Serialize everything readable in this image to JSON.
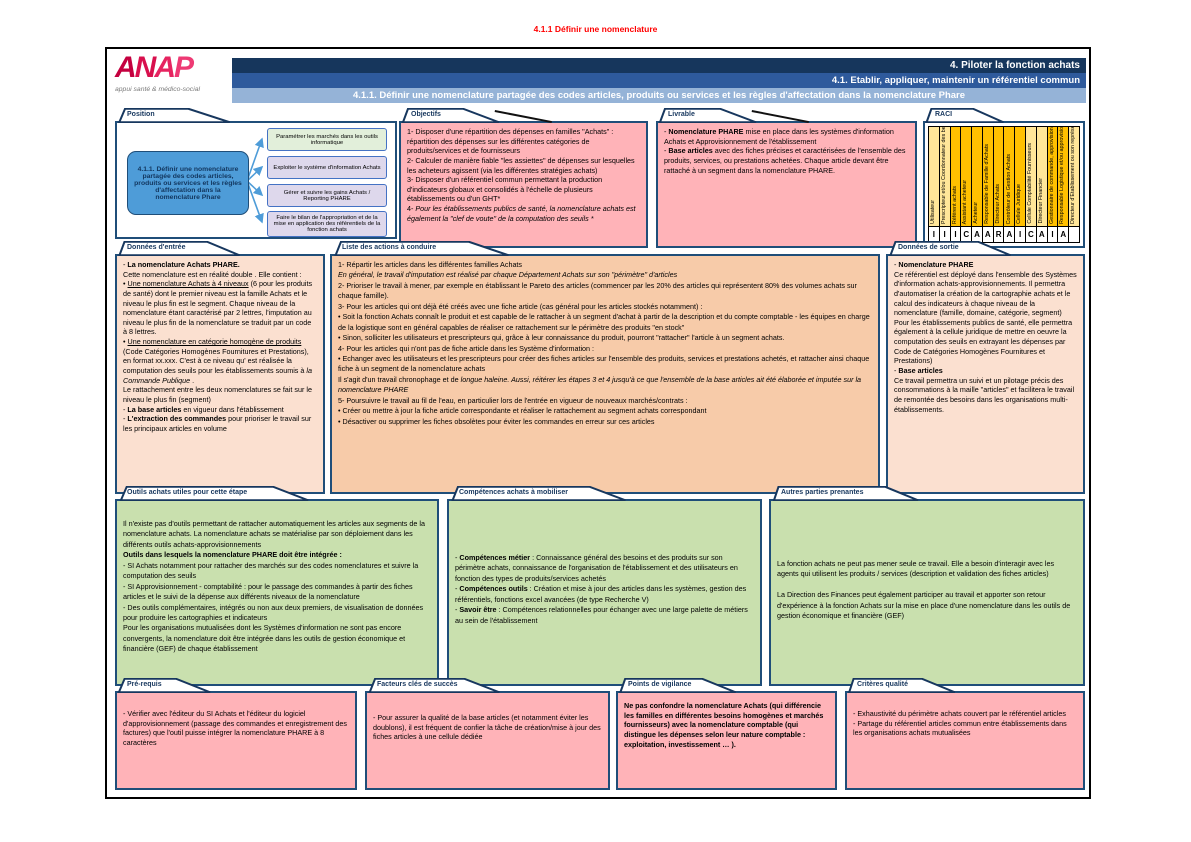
{
  "page_title": "4.1.1 Définir une nomenclature",
  "logo": {
    "letters": [
      "A",
      "N",
      "A",
      "P"
    ],
    "tagline": "appui santé & médico-social"
  },
  "header": {
    "level1": "4. Piloter la fonction achats",
    "level2": "4.1. Etablir, appliquer, maintenir un référentiel commun",
    "level3": "4.1.1. Définir une nomenclature partagée des codes articles, produits ou services et les règles d'affectation dans la nomenclature Phare"
  },
  "colors": {
    "navy": "#17375E",
    "bar2_blue": "#2E5A9C",
    "bar3_blue": "#95B3D7",
    "pink": "#FFB3B8",
    "peach": "#FBE0D0",
    "orange": "#F7CBA9",
    "green": "#C9E0AE",
    "gold": "#FFC000",
    "light_gold": "#FFE699",
    "flow_blue": "#4E9CD8",
    "lavender": "#DED8EC",
    "light_green": "#E2EFDA",
    "title_red": "#FF0000"
  },
  "position": {
    "tab": "Position",
    "main_box": "4.1.1. Définir une nomenclature partagée des codes articles, produits ou services et les règles d'affectation dans la nomenclature Phare",
    "targets": [
      "Paramétrer les marchés dans les outils informatique",
      "Exploiter le système d'information Achats",
      "Gérer et suivre les gains Achats / Reporting PHARE",
      "Faire le bilan de l'appropriation et de la mise en application des référentiels de la fonction achats"
    ]
  },
  "objectifs": {
    "tab": "Objectifs",
    "lines": [
      [
        {
          "t": "1- Disposer d'une répartition des dépenses en familles \"Achats\"  : répartition des dépenses sur les différentes catégories de produits/services et de fournisseurs"
        }
      ],
      [
        {
          "t": "2- Calculer de manière fiable \"les assiettes\" de dépenses sur lesquelles les acheteurs agissent (via les différentes stratégies achats)"
        }
      ],
      [
        {
          "t": "3- Disposer d'un référentiel commun permettant la production d'indicateurs globaux et consolidés à l'échelle de plusieurs établissements ou d'un GHT*"
        }
      ],
      [
        {
          "t": "4- "
        },
        {
          "t": "Pour les établissements publics de santé, la nomenclature achats est également la \"clef de voute\" de la computation des seuils *",
          "i": true
        }
      ]
    ]
  },
  "livrable": {
    "tab": "Livrable",
    "lines": [
      [
        {
          "t": "- "
        },
        {
          "t": "Nomenclature PHARE",
          "b": true
        },
        {
          "t": " mise en place dans les systèmes d'information Achats et Approvisionnement de l'établissement"
        }
      ],
      [
        {
          "t": "- "
        },
        {
          "t": "Base articles",
          "b": true
        },
        {
          "t": " avec des fiches précises et caractérisées de l'ensemble des produits, services, ou prestations achetées. Chaque article devant être rattaché à un segment dans la nomenclature PHARE."
        }
      ]
    ]
  },
  "raci": {
    "tab": "RACI",
    "columns": [
      {
        "role": "Utilisateur",
        "letter": "I"
      },
      {
        "role": "Prescripteur et/ou Coordonnateur des besoins",
        "letter": "I"
      },
      {
        "role": "Référent achats",
        "letter": "I"
      },
      {
        "role": "Assistant acheteur",
        "letter": "C"
      },
      {
        "role": "Acheteur",
        "letter": "A"
      },
      {
        "role": "Responsable de Famille d'Achats",
        "letter": "A"
      },
      {
        "role": "Directeur Achats",
        "letter": "R"
      },
      {
        "role": "Contrôleur de Gestion Achats",
        "letter": "A"
      },
      {
        "role": "Cellule Juridique",
        "letter": "I"
      },
      {
        "role": "Cellule Comptabilité Fournisseurs",
        "letter": "C"
      },
      {
        "role": "Directeur Financier",
        "letter": "A"
      },
      {
        "role": "Gestionnaire de commande, approvisionneur",
        "letter": "I"
      },
      {
        "role": "Responsable Logistique et/ou approvisionnement",
        "letter": "A"
      },
      {
        "role": "Directeur d'Etablissement ou son représentant",
        "letter": ""
      }
    ]
  },
  "donnees_entree": {
    "tab": "Données d'entrée",
    "lines": [
      [
        {
          "t": "- "
        },
        {
          "t": "La nomenclature Achats PHARE.",
          "b": true
        }
      ],
      [
        {
          "t": "Cette nomenclature est en réalité double . Elle contient :"
        }
      ],
      [
        {
          "t": "• "
        },
        {
          "t": "Une nomenclature Achats à 4 niveaux",
          "u": true
        },
        {
          "t": " (6 pour les produits de santé) dont le premier niveau est la famille Achats et le niveau le plus fin est le segment. Chaque niveau de la nomenclature étant caractérisé par 2 lettres, l'imputation au niveau le plus fin de la nomenclature se traduit par un code à 8 lettres."
        }
      ],
      [
        {
          "t": "• "
        },
        {
          "t": "Une nomenclature en catégorie homogène de produits",
          "u": true
        },
        {
          "t": " (Code Catégories Homogènes Fournitures et Prestations), en format xx.xxx. C'est à ce niveau qu' est réalisée la computation des seuils pour les établissements soumis à "
        },
        {
          "t": "la Commande Publique",
          "i": true
        },
        {
          "t": " ."
        }
      ],
      [
        {
          "t": "Le rattachement entre les deux nomenclatures se fait sur le niveau le plus fin (segment)"
        }
      ],
      [
        {
          "t": "- "
        },
        {
          "t": "La base articles",
          "b": true
        },
        {
          "t": " en vigueur dans l'établissement"
        }
      ],
      [
        {
          "t": "- "
        },
        {
          "t": "L'extraction des commandes",
          "b": true
        },
        {
          "t": " pour prioriser le travail sur les principaux articles en volume"
        }
      ]
    ]
  },
  "actions": {
    "tab": "Liste des actions à conduire",
    "lines": [
      [
        {
          "t": "1- Répartir les articles dans les différentes familles Achats"
        }
      ],
      [
        {
          "t": "En général, le travail d'imputation est réalisé par chaque Département Achats sur son \"périmètre\" d'articles",
          "i": true
        }
      ],
      [
        {
          "t": "2- Prioriser le travail à mener, par exemple en établissant le Pareto des articles (commencer par les 20% des articles qui représentent 80% des volumes achats sur chaque famille)."
        }
      ],
      [
        {
          "t": "3- Pour les articles qui ont déjà été créés avec une fiche article (cas général pour les articles stockés notamment) :"
        }
      ],
      [
        {
          "t": "• Soit la fonction Achats connaît le produit et est capable de le rattacher à un segment d'achat à partir de la description et du compte comptable - les équipes en charge de la logistique sont en général capables de réaliser ce rattachement sur le périmètre des produits \"en stock\""
        }
      ],
      [
        {
          "t": "• Sinon, solliciter les utilisateurs et prescripteurs qui, grâce à leur connaissance du produit, pourront \"rattacher\" l'article à un segment achats."
        }
      ],
      [
        {
          "t": "4- Pour les articles qui n'ont pas de fiche article dans les Système d'information :"
        }
      ],
      [
        {
          "t": "• Echanger avec les utilisateurs et les prescripteurs pour créer des fiches articles sur l'ensemble des produits, services et prestations achetés, et rattacher ainsi chaque fiche à un segment de la nomenclature achats"
        }
      ],
      [
        {
          "t": "Il s'agit d'un travail chronophage et de "
        },
        {
          "t": "longue haleine. Aussi, réitérer les étapes 3 et 4 jusqu'à ce que l'ensemble de la base articles ait été élaborée et imputée sur la nomenclature PHARE",
          "i": true
        }
      ],
      [
        {
          "t": "5- Poursuivre le travail au fil de l'eau, en particulier lors de l'entrée en vigueur de nouveaux marchés/contrats :"
        }
      ],
      [
        {
          "t": "• Créer ou mettre à jour la fiche article correspondante et réaliser le rattachement au segment achats correspondant"
        }
      ],
      [
        {
          "t": "• Désactiver ou supprimer les fiches obsolètes pour éviter les commandes en erreur sur ces articles"
        }
      ]
    ]
  },
  "donnees_sortie": {
    "tab": "Données de sortie",
    "lines": [
      [
        {
          "t": "- "
        },
        {
          "t": "Nomenclature PHARE",
          "b": true
        }
      ],
      [
        {
          "t": "Ce référentiel est déployé dans l'ensemble des Systèmes d'information achats-approvisionnements. Il permettra d'automatiser la création de la cartographie achats et le calcul des indicateurs à chaque niveau de la nomenclature (famille, domaine, catégorie, segment) Pour les établissements publics de santé, elle permettra également à la cellule juridique de mettre en oeuvre la computation des seuils en extrayant les dépenses par Code de Catégories Homogènes Fournitures et Prestations)"
        }
      ],
      [
        {
          "t": "- "
        },
        {
          "t": "Base articles",
          "b": true
        }
      ],
      [
        {
          "t": "Ce travail permettra un suivi et un pilotage précis des consommations à la maille \"articles\" et facilitera le travail de remontée des besoins dans les organisations multi-établissements."
        }
      ]
    ]
  },
  "outils": {
    "tab": "Outils achats utiles pour cette étape",
    "lines": [
      [
        {
          "t": "Il n'existe pas d'outils permettant de rattacher automatiquement les articles aux segments de la nomenclature achats. La nomenclature achats se matérialise par son déploiement dans les différents outils achats-approvisionnements"
        }
      ],
      [
        {
          "t": "Outils dans lesquels la nomenclature PHARE doit être intégrée :",
          "b": true
        }
      ],
      [
        {
          "t": "- SI Achats notamment pour rattacher des marchés sur des codes nomenclatures et suivre la computation des seuils"
        }
      ],
      [
        {
          "t": "- SI Approvisionnement - comptabilité : pour le passage des commandes à partir des fiches articles et le suivi de la dépense aux différents niveaux de la nomenclature"
        }
      ],
      [
        {
          "t": "- Des outils complémentaires, intégrés ou non aux deux premiers, de visualisation de données pour produire les cartographies et indicateurs"
        }
      ],
      [
        {
          "t": "Pour les organisations mutualisées dont les Systèmes d'information ne sont pas encore convergents, la nomenclature doit être intégrée dans les outils de gestion économique et financière (GEF) de chaque établissement"
        }
      ]
    ]
  },
  "competences": {
    "tab": "Compétences achats à mobiliser",
    "lines": [
      [
        {
          "t": "- "
        },
        {
          "t": "Compétences métier",
          "b": true
        },
        {
          "t": " : Connaissance général des besoins et des produits sur son périmètre achats, connaissance de l'organisation de l'établissement et des utilisateurs en fonction des types de produits/services achetés"
        }
      ],
      [
        {
          "t": "- "
        },
        {
          "t": "Compétences outils",
          "b": true
        },
        {
          "t": " : Création et mise à jour des articles dans les systèmes, gestion des référentiels, fonctions excel avancées (de type Recherche V)"
        }
      ],
      [
        {
          "t": "- "
        },
        {
          "t": "Savoir être",
          "b": true
        },
        {
          "t": " :  Compétences relationnelles pour échanger avec une large palette de métiers au sein de l'établissement"
        }
      ]
    ]
  },
  "autres": {
    "tab": "Autres parties prenantes",
    "lines": [
      [
        {
          "t": "La fonction achats ne peut pas mener seule ce travail. Elle a besoin d'interagir avec les agents qui utilisent les produits / services (description et validation des fiches articles)"
        }
      ],
      [
        {
          "t": ""
        }
      ],
      [
        {
          "t": "La Direction des Finances peut également participer au travail et apporter son retour d'expérience à la fonction Achats sur la mise en place d'une nomenclature dans les outils de gestion économique et financière (GEF)"
        }
      ]
    ]
  },
  "prerequis": {
    "tab": "Pré-requis",
    "lines": [
      [
        {
          "t": "- Vérifier avec l'éditeur du SI Achats et l'éditeur du logiciel d'approvisionnement (passage des commandes et enregistrement des factures) que l'outil puisse intégrer la nomenclature  PHARE à 8 caractères"
        }
      ]
    ]
  },
  "facteurs": {
    "tab": "Facteurs clés de succès",
    "lines": [
      [
        {
          "t": "- Pour assurer la qualité de la base articles (et notamment éviter les doublons), il est fréquent de confier la tâche de création/mise à jour des fiches articles à une cellule dédiée"
        }
      ]
    ]
  },
  "vigilance": {
    "tab": "Points de vigilance",
    "lines": [
      [
        {
          "t": "Ne pas confondre la nomenclature Achats (qui différencie les familles en différentes besoins homogènes et marchés fournisseurs) avec la nomenclature comptable (qui distingue les dépenses selon leur nature comptable : exploitation, investissement … ).",
          "b": true
        }
      ]
    ]
  },
  "criteres": {
    "tab": "Critères qualité",
    "lines": [
      [
        {
          "t": "-  Exhaustivité du périmètre achats couvert par le référentiel articles"
        }
      ],
      [
        {
          "t": "- Partage du référentiel articles commun entre établissements dans les organisations achats mutualisées"
        }
      ]
    ]
  }
}
